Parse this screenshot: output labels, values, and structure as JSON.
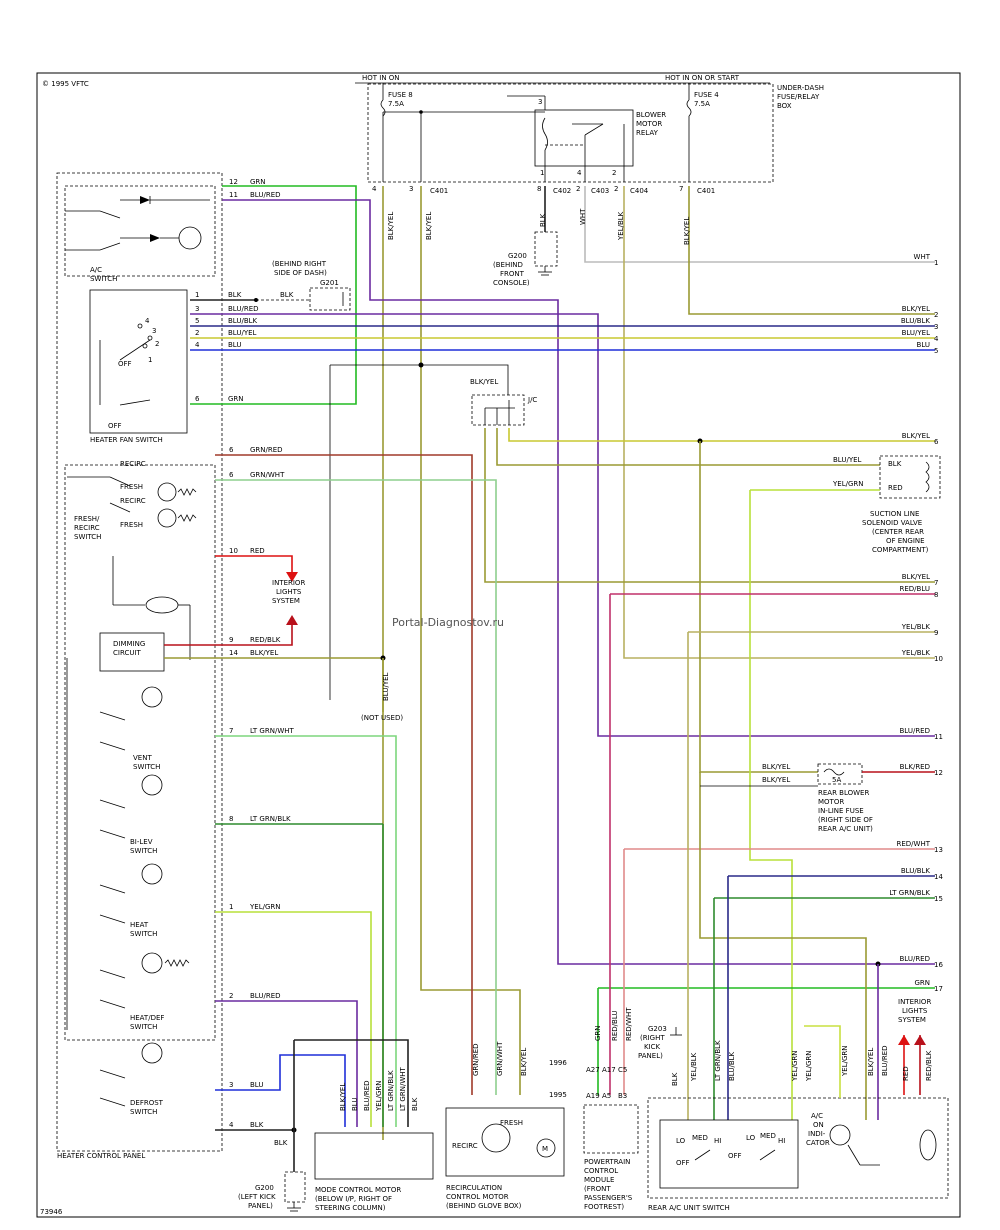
{
  "copyright": "1995 VFTC",
  "figure_number": "73946",
  "watermark": "Portal-Diagnostov.ru",
  "power": {
    "hot_in_on": "HOT IN ON",
    "hot_in_on_or_start": "HOT IN ON OR START",
    "fuse8": "FUSE 8",
    "fuse8_rating": "7.5A",
    "fuse4": "FUSE 4",
    "fuse4_rating": "7.5A",
    "fuse_box": [
      "UNDER-DASH",
      "FUSE/RELAY",
      "BOX"
    ],
    "blower_relay": [
      "BLOWER",
      "MOTOR",
      "RELAY"
    ]
  },
  "connectors": {
    "c401": "C401",
    "c402": "C402",
    "c403": "C403",
    "c404": "C404",
    "jc": "J/C"
  },
  "grounds": {
    "g200_top": [
      "G200",
      "(BEHIND",
      "FRONT",
      "CONSOLE)"
    ],
    "g201": [
      "(BEHIND RIGHT",
      "SIDE OF DASH)",
      "G201"
    ],
    "g200_bottom": [
      "G200",
      "(LEFT KICK",
      "PANEL)"
    ],
    "g203": [
      "G203",
      "(RIGHT",
      "KICK",
      "PANEL)"
    ]
  },
  "wire_colors": {
    "grn": "#22bb22",
    "blu_red": "#6a2ba0",
    "blu": "#1f2fd8",
    "blk_yel": "#9a9a33",
    "blu_yel": "#c8c830",
    "blu_blk": "#2a2a88",
    "blk": "#222222",
    "grn_red": "#a03a2a",
    "grn_wht": "#8ecf8e",
    "red": "#dd1111",
    "red_blk": "#b8101a",
    "red_blu": "#c0306a",
    "lt_grn_wht": "#7dd67d",
    "lt_grn_blk": "#2e8b2e",
    "yel_grn": "#b8e03a",
    "yel_blk": "#b8b060",
    "wht": "#bbbbbb",
    "red_wht": "#e08a8a"
  },
  "heater_panel": {
    "title": "HEATER CONTROL PANEL",
    "ac_switch": [
      "A/C",
      "SWITCH"
    ],
    "fan_switch": "HEATER FAN SWITCH",
    "recirc_switch": [
      "FRESH/",
      "RECIRC",
      "SWITCH"
    ],
    "recirc": "RECIRC",
    "fresh": "FRESH",
    "off": "OFF",
    "dimming": [
      "DIMMING",
      "CIRCUIT"
    ],
    "interior_lights": [
      "INTERIOR",
      "LIGHTS",
      "SYSTEM"
    ],
    "not_used": "(NOT USED)",
    "vent": [
      "VENT",
      "SWITCH"
    ],
    "bilev": [
      "BI-LEV",
      "SWITCH"
    ],
    "heat": [
      "HEAT",
      "SWITCH"
    ],
    "heatdef": [
      "HEAT/DEF",
      "SWITCH"
    ],
    "defrost": [
      "DEFROST",
      "SWITCH"
    ]
  },
  "panel_pins": [
    {
      "pin": "12",
      "color": "GRN"
    },
    {
      "pin": "11",
      "color": "BLU/RED"
    },
    {
      "pin": "1",
      "color": "BLK"
    },
    {
      "pin": "3",
      "color": "BLU/RED"
    },
    {
      "pin": "5",
      "color": "BLU/BLK"
    },
    {
      "pin": "2",
      "color": "BLU/YEL"
    },
    {
      "pin": "4",
      "color": "BLU"
    },
    {
      "pin": "6",
      "color": "GRN"
    },
    {
      "pin": "6",
      "color": "GRN/RED"
    },
    {
      "pin": "6",
      "color": "GRN/WHT"
    },
    {
      "pin": "10",
      "color": "RED"
    },
    {
      "pin": "9",
      "color": "RED/BLK"
    },
    {
      "pin": "14",
      "color": "BLK/YEL"
    },
    {
      "pin": "7",
      "color": "LT GRN/WHT"
    },
    {
      "pin": "8",
      "color": "LT GRN/BLK"
    },
    {
      "pin": "1",
      "color": "YEL/GRN"
    },
    {
      "pin": "2",
      "color": "BLU/RED"
    },
    {
      "pin": "3",
      "color": "BLU"
    },
    {
      "pin": "4",
      "color": "BLK"
    }
  ],
  "right_outputs": [
    {
      "num": "1",
      "color": "WHT"
    },
    {
      "num": "2",
      "color": "BLK/YEL"
    },
    {
      "num": "3",
      "color": "BLU/BLK"
    },
    {
      "num": "4",
      "color": "BLU/YEL"
    },
    {
      "num": "5",
      "color": "BLU"
    },
    {
      "num": "6",
      "color": "BLK/YEL"
    },
    {
      "num": "7",
      "color": "BLK/YEL"
    },
    {
      "num": "8",
      "color": "RED/BLU"
    },
    {
      "num": "9",
      "color": "YEL/BLK"
    },
    {
      "num": "10",
      "color": "YEL/BLK"
    },
    {
      "num": "11",
      "color": "BLU/RED"
    },
    {
      "num": "12",
      "color": "BLK/RED"
    },
    {
      "num": "13",
      "color": "RED/WHT"
    },
    {
      "num": "14",
      "color": "BLU/BLK"
    },
    {
      "num": "15",
      "color": "LT GRN/BLK"
    },
    {
      "num": "16",
      "color": "BLU/RED"
    },
    {
      "num": "17",
      "color": "GRN"
    }
  ],
  "wire_labels": {
    "blk_yel": "BLK/YEL",
    "blk": "BLK",
    "wht": "WHT",
    "yel_blk": "YEL/BLK",
    "blu_yel": "BLU/YEL",
    "yel_grn": "YEL/GRN",
    "red": "RED",
    "blu_red": "BLU/RED",
    "red_blk": "RED/BLK",
    "grn": "GRN",
    "red_blu": "RED/BLU",
    "red_wht": "RED/WHT",
    "grn_red": "GRN/RED",
    "grn_wht": "GRN/WHT",
    "blu": "BLU",
    "blu_blk": "BLU/BLK",
    "lt_grn_blk": "LT GRN/BLK",
    "lt_grn_wht": "LT GRN/WHT"
  },
  "components": {
    "suction_valve": [
      "SUCTION LINE",
      "SOLENOID VALVE",
      "(CENTER REAR",
      "OF ENGINE",
      "COMPARTMENT)"
    ],
    "rear_fuse": [
      "REAR BLOWER",
      "MOTOR",
      "IN-LINE FUSE",
      "(RIGHT SIDE OF",
      "REAR A/C UNIT)"
    ],
    "rear_fuse_rating": "5A",
    "mode_motor": [
      "MODE CONTROL MOTOR",
      "(BELOW I/P, RIGHT OF",
      "STEERING COLUMN)"
    ],
    "recirc_motor": [
      "RECIRCULATION",
      "CONTROL MOTOR",
      "(BEHIND GLOVE BOX)"
    ],
    "pcm": [
      "POWERTRAIN",
      "CONTROL",
      "MODULE",
      "(FRONT",
      "PASSENGER'S",
      "FOOTREST)"
    ],
    "year_1996": "1996",
    "year_1995": "1995",
    "pcm_pins_1996": [
      "A27",
      "A17",
      "C5"
    ],
    "pcm_pins_1995": [
      "A19",
      "A5",
      "B3"
    ],
    "rear_switch": "REAR A/C UNIT SWITCH",
    "rear_switch_positions": [
      "LO",
      "MED",
      "HI",
      "OFF"
    ],
    "ac_indicator": [
      "A/C",
      "ON",
      "INDI-",
      "CATOR"
    ],
    "rear_interior_lights": [
      "INTERIOR",
      "LIGHTS",
      "SYSTEM"
    ],
    "motor_fresh": "FRESH",
    "motor_recirc": "RECIRC",
    "motor_symbol": "M"
  }
}
